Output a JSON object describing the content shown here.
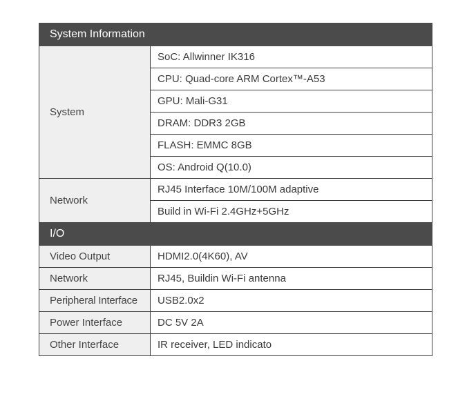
{
  "system_section": {
    "title": "System Information",
    "system_label": "System",
    "system_rows": [
      "SoC: Allwinner IK316",
      "CPU: Quad-core ARM  Cortex™-A53",
      "GPU: Mali-G31",
      "DRAM: DDR3 2GB",
      "FLASH: EMMC 8GB",
      "OS: Android Q(10.0)"
    ],
    "network_label": "Network",
    "network_rows": [
      "RJ45 Interface 10M/100M adaptive",
      "Build in Wi-Fi 2.4GHz+5GHz"
    ]
  },
  "io_section": {
    "title": "I/O",
    "rows": [
      {
        "label": "Video Output",
        "value": "HDMI2.0(4K60), AV"
      },
      {
        "label": "Network",
        "value": "RJ45, Buildin Wi-Fi antenna"
      },
      {
        "label": "Peripheral Interface",
        "value": "USB2.0x2"
      },
      {
        "label": "Power Interface",
        "value": "DC 5V 2A"
      },
      {
        "label": "Other Interface",
        "value": "IR receiver, LED indicato"
      }
    ]
  }
}
